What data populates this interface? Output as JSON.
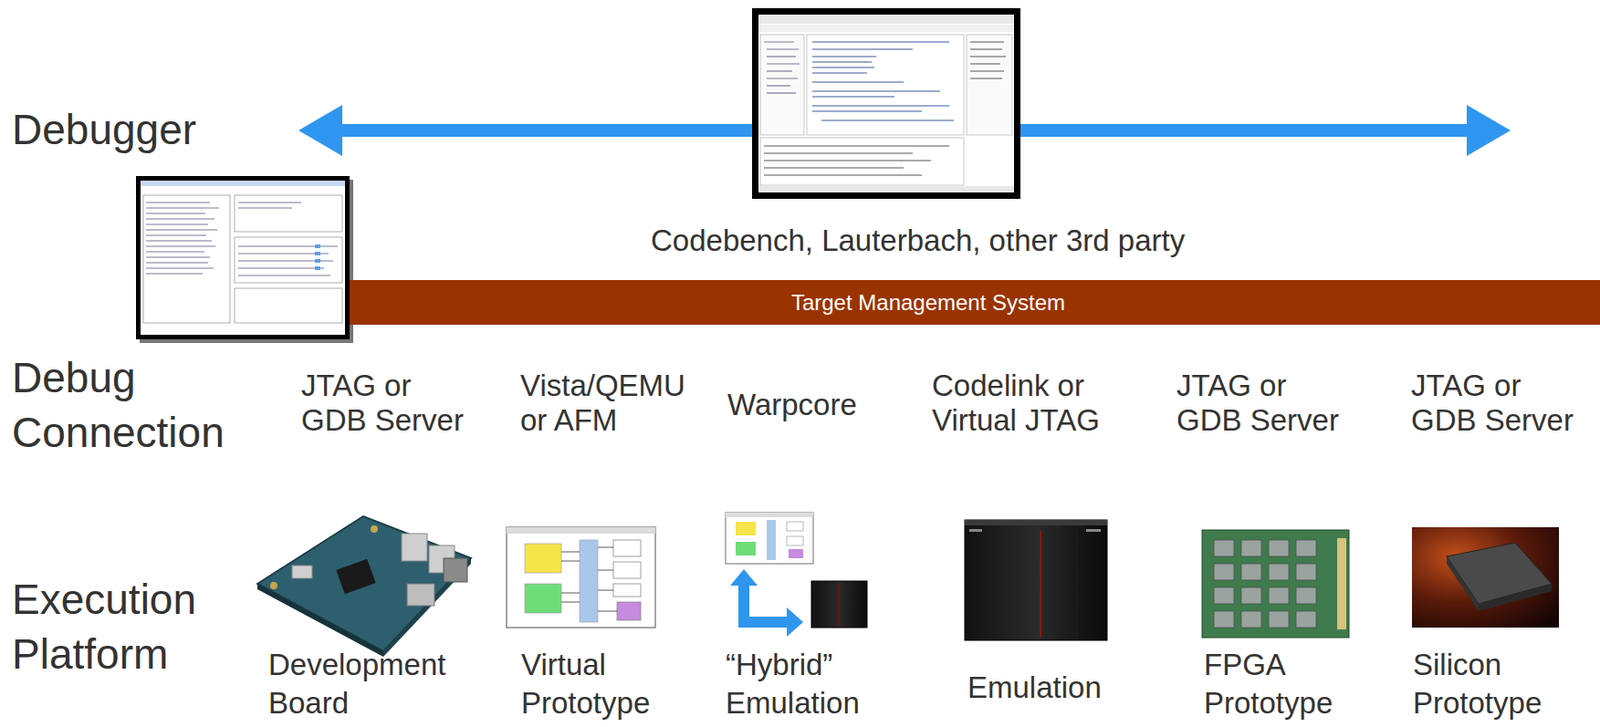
{
  "diagram": {
    "nodes": [
      {
        "text": [
          "Target Management System"
        ]
      }
    ],
    "labels": [
      "Debugger",
      "Codebench, Lauterbach, other 3rd party",
      "Debug Connection",
      "JTAG or GDB Server",
      "Vista/QEMU or AFM",
      "Warpcore",
      "Codelink or Virtual JTAG",
      "JTAG or GDB Server",
      "JTAG or GDB Server",
      "Execution Platform",
      "Development Board",
      "Virtual Prototype",
      "“Hybrid” Emulation",
      "Emulation",
      "FPGA Prototype",
      "Silicon Prototype"
    ]
  }
}
